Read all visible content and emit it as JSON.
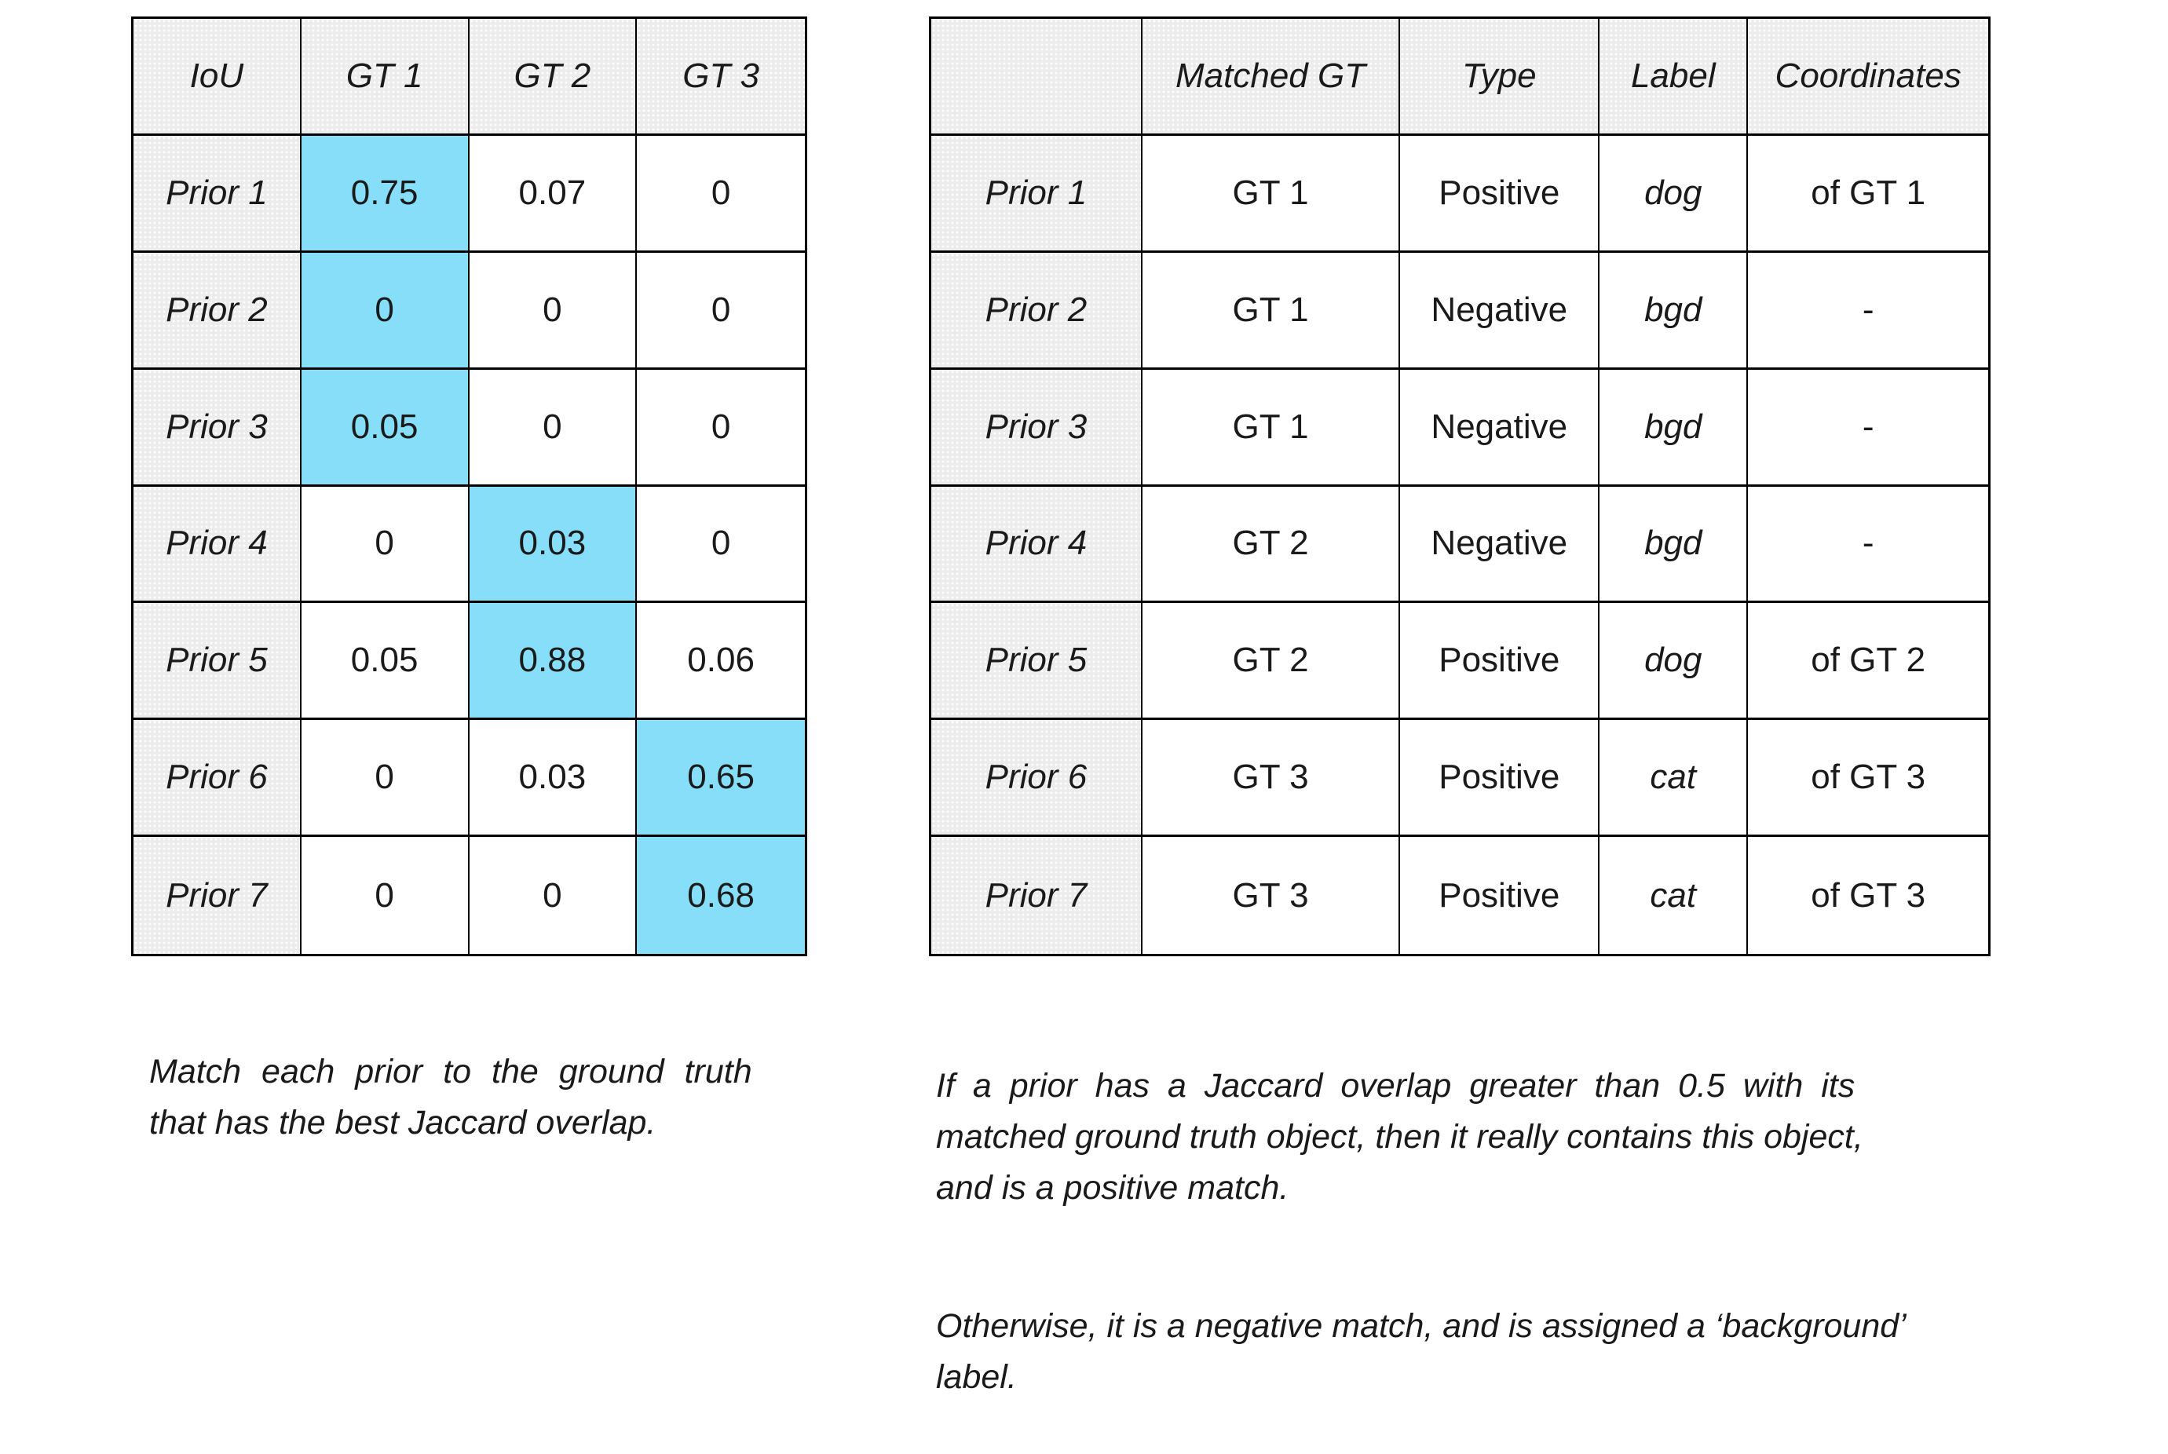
{
  "colors": {
    "highlight": "#86def8",
    "header_background": "#ececec",
    "border": "#000000",
    "text": "#1a1a1a"
  },
  "left_table": {
    "headers": [
      "IoU",
      "GT 1",
      "GT 2",
      "GT 3"
    ],
    "rows": [
      {
        "label": "Prior 1",
        "values": [
          "0.75",
          "0.07",
          "0"
        ],
        "highlight": 0
      },
      {
        "label": "Prior 2",
        "values": [
          "0",
          "0",
          "0"
        ],
        "highlight": 0
      },
      {
        "label": "Prior 3",
        "values": [
          "0.05",
          "0",
          "0"
        ],
        "highlight": 0
      },
      {
        "label": "Prior 4",
        "values": [
          "0",
          "0.03",
          "0"
        ],
        "highlight": 1
      },
      {
        "label": "Prior 5",
        "values": [
          "0.05",
          "0.88",
          "0.06"
        ],
        "highlight": 1
      },
      {
        "label": "Prior 6",
        "values": [
          "0",
          "0.03",
          "0.65"
        ],
        "highlight": 2
      },
      {
        "label": "Prior 7",
        "values": [
          "0",
          "0",
          "0.68"
        ],
        "highlight": 2
      }
    ],
    "caption": "Match each prior to the ground truth\nthat has the best Jaccard overlap."
  },
  "right_table": {
    "headers": [
      "",
      "Matched GT",
      "Type",
      "Label",
      "Coordinates"
    ],
    "rows": [
      {
        "label": "Prior 1",
        "matched_gt": "GT 1",
        "type": "Positive",
        "class_label": "dog",
        "coordinates": "of GT 1"
      },
      {
        "label": "Prior 2",
        "matched_gt": "GT 1",
        "type": "Negative",
        "class_label": "bgd",
        "coordinates": "-"
      },
      {
        "label": "Prior 3",
        "matched_gt": "GT 1",
        "type": "Negative",
        "class_label": "bgd",
        "coordinates": "-"
      },
      {
        "label": "Prior 4",
        "matched_gt": "GT 2",
        "type": "Negative",
        "class_label": "bgd",
        "coordinates": "-"
      },
      {
        "label": "Prior 5",
        "matched_gt": "GT 2",
        "type": "Positive",
        "class_label": "dog",
        "coordinates": "of GT 2"
      },
      {
        "label": "Prior 6",
        "matched_gt": "GT 3",
        "type": "Positive",
        "class_label": "cat",
        "coordinates": "of GT 3"
      },
      {
        "label": "Prior 7",
        "matched_gt": "GT 3",
        "type": "Positive",
        "class_label": "cat",
        "coordinates": "of GT 3"
      }
    ],
    "captions": [
      "If a prior has a Jaccard overlap greater than 0.5 with its\nmatched ground truth object, then it really contains this object,\nand is a positive match.",
      "Otherwise, it is a negative match, and is assigned a ‘background’\nlabel."
    ]
  }
}
